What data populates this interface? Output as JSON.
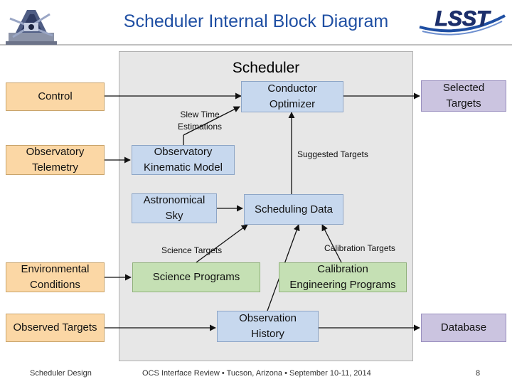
{
  "header": {
    "title": "Scheduler Internal Block Diagram",
    "logo_text": "LSST"
  },
  "panel": {
    "title": "Scheduler"
  },
  "boxes": {
    "control": "Control",
    "telemetry_line1": "Observatory",
    "telemetry_line2": "Telemetry",
    "environment_line1": "Environmental",
    "environment_line2": "Conditions",
    "observed_targets": "Observed Targets",
    "kinematic_line1": "Observatory",
    "kinematic_line2": "Kinematic Model",
    "sky_line1": "Astronomical",
    "sky_line2": "Sky",
    "science_programs": "Science Programs",
    "optimizer_line1": "Conductor",
    "optimizer_line2": "Optimizer",
    "scheduling_data": "Scheduling Data",
    "calibration_line1": "Calibration",
    "calibration_line2": "Engineering Programs",
    "history_line1": "Observation",
    "history_line2": "History",
    "selected_line1": "Selected",
    "selected_line2": "Targets",
    "database": "Database"
  },
  "labels": {
    "slew_line1": "Slew Time",
    "slew_line2": "Estimations",
    "suggested_targets": "Suggested Targets",
    "science_targets": "Science Targets",
    "calibration_targets": "Calibration Targets"
  },
  "footer": {
    "left": "Scheduler Design",
    "center": "OCS Interface Review • Tucson, Arizona • September 10-11, 2014",
    "page_number": "8"
  },
  "colors": {
    "title": "#1f4fa3",
    "input_boxes": "#fbd7a5",
    "model_boxes": "#c7d8ee",
    "program_boxes": "#c5e0b4",
    "output_boxes": "#cbc4e0",
    "panel": "#e7e7e7"
  }
}
